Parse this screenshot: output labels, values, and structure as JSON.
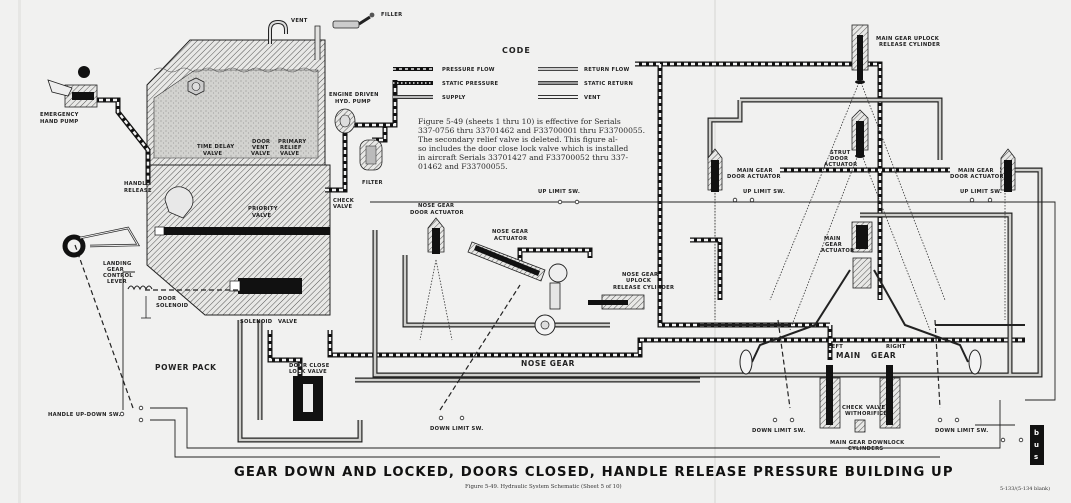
{
  "figure": {
    "title": "GEAR DOWN AND LOCKED, DOORS CLOSED, HANDLE RELEASE PRESSURE BUILDING UP",
    "caption": "Figure 5-49.  Hydraulic System Schematic (Sheet 5 of 10)",
    "page_number": "5-133/(5-134 blank)",
    "note_lines": [
      "Figure 5-49 (sheets 1 thru 10) is effective for Serials",
      "337-0756 thru 33701462 and F33700001 thru F33700055.",
      "The secondary relief valve is deleted.  This figure al-",
      "so includes the door close lock valve which is installed",
      "in aircraft Serials 33701427 and F33700052 thru 337-",
      "01462 and F33700055."
    ]
  },
  "legend": {
    "heading": "CODE",
    "items": [
      {
        "label": "PRESSURE FLOW",
        "style": "pressure-flow"
      },
      {
        "label": "STATIC PRESSURE",
        "style": "static-pressure"
      },
      {
        "label": "SUPPLY",
        "style": "supply"
      },
      {
        "label": "RETURN FLOW",
        "style": "return-flow"
      },
      {
        "label": "STATIC RETURN",
        "style": "static-return"
      },
      {
        "label": "VENT",
        "style": "vent"
      }
    ]
  },
  "labels": {
    "vent": "VENT",
    "filler": "FILLER",
    "emergency_hand_pump": [
      "EMERGENCY",
      "HAND PUMP"
    ],
    "engine_driven_pump": [
      "ENGINE DRIVEN",
      "HYD. PUMP"
    ],
    "filter": "FILTER",
    "time_delay_valve": [
      "TIME DELAY",
      "VALVE"
    ],
    "door_vent_valve": [
      "DOOR",
      "VENT",
      "VALVE"
    ],
    "primary_relief_valve": [
      "PRIMARY",
      "RELIEF",
      "VALVE"
    ],
    "handle_release": [
      "HANDLE",
      "RELEASE"
    ],
    "check_valve": [
      "CHECK",
      "VALVE"
    ],
    "priority_valve": [
      "PRIORITY",
      "VALVE"
    ],
    "landing_gear_control_lever": [
      "LANDING",
      "GEAR",
      "CONTROL",
      "LEVER"
    ],
    "door_solenoid": [
      "DOOR",
      "SOLENOID"
    ],
    "solenoid_valve": [
      "SOLENOID",
      "VALVE"
    ],
    "power_pack": "POWER PACK",
    "door_close_lock_valve": [
      "DOOR CLOSE",
      "LOCK VALVE"
    ],
    "handle_up_down_sw": "HANDLE UP-DOWN SW.",
    "up_limit_sw": "UP LIMIT SW.",
    "nose_gear_door_actuator": [
      "NOSE GEAR",
      "DOOR ACTUATOR"
    ],
    "nose_gear_actuator": [
      "NOSE GEAR",
      "ACTUATOR"
    ],
    "nose_gear_uplock": [
      "NOSE GEAR",
      "UPLOCK",
      "RELEASE CYLINDER"
    ],
    "nose_gear": "NOSE GEAR",
    "down_limit_sw": "DOWN LIMIT SW.",
    "main_gear_uplock": [
      "MAIN GEAR UPLOCK",
      "RELEASE CYLINDER"
    ],
    "strut_door_actuator": [
      "STRUT",
      "DOOR",
      "ACTUATOR"
    ],
    "main_gear_door_actuator": [
      "MAIN GEAR",
      "DOOR ACTUATOR"
    ],
    "main_gear_actuator": [
      "MAIN",
      "GEAR",
      "ACTUATOR"
    ],
    "left": "LEFT",
    "right": "RIGHT",
    "main_gear": [
      "MAIN",
      "GEAR"
    ],
    "check_valve_orifice": [
      "CHECK",
      "VALVE",
      "WITH",
      "ORIFICE"
    ],
    "main_gear_downlock": [
      "MAIN GEAR DOWNLOCK",
      "CYLINDERS"
    ],
    "bus": [
      "b",
      "u",
      "s"
    ]
  },
  "colors": {
    "paper": "#f1f1f0",
    "ink": "#1c1c1c",
    "fluid": "#c9c9c6"
  }
}
